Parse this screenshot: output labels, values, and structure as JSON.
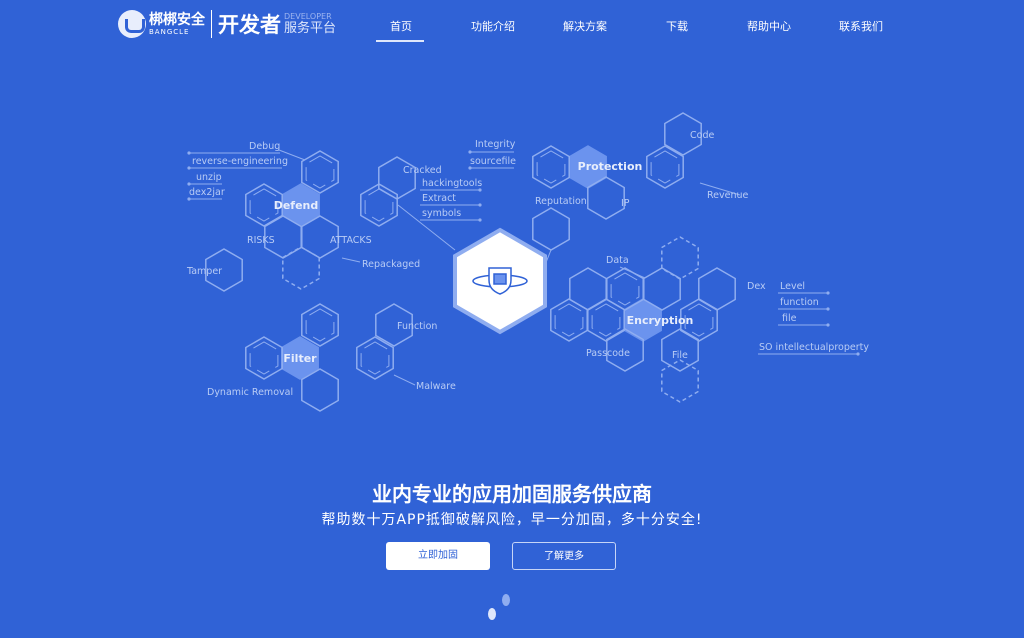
{
  "header": {
    "logo": {
      "brand_cn": "梆梆安全",
      "brand_en": "BANGCLE",
      "product": "开发者",
      "product_en": "DEVELOPER",
      "product_cn": "服务平台"
    },
    "nav": [
      {
        "label": "首页",
        "active": true
      },
      {
        "label": "功能介绍"
      },
      {
        "label": "解决方案"
      },
      {
        "label": "下载"
      },
      {
        "label": "帮助中心"
      },
      {
        "label": "联系我们"
      }
    ]
  },
  "diagram": {
    "hubs": {
      "defend": "Defend",
      "protection": "Protection",
      "encryption": "Encryption",
      "filter": "Filter"
    },
    "labels": {
      "debug": "Debug",
      "reverse": "reverse-engineering",
      "unzip": "unzip",
      "dex2jar": "dex2jar",
      "risks": "RISKS",
      "attacks": "ATTACKS",
      "tamper": "Tamper",
      "repackaged": "Repackaged",
      "cracked": "Cracked",
      "hackingtools": "hackingtools",
      "extract": "Extract",
      "symbols": "symbols",
      "integrity": "Integrity",
      "sourcefile": "sourcefile",
      "reputation": "Reputation",
      "ip": "IP",
      "code": "Code",
      "revenue": "Revenue",
      "data": "Data",
      "dex": "Dex",
      "level": "Level",
      "function_l": "function",
      "file_l": "file",
      "so": "SO intellectualproperty",
      "passcode": "Passcode",
      "file": "File",
      "function": "Function",
      "malware": "Malware",
      "dynamic": "Dynamic Removal"
    },
    "center_icon": "shield-cube-icon"
  },
  "hero": {
    "title": "业内专业的应用加固服务供应商",
    "subtitle": "帮助数十万APP抵御破解风险，早一分加固，多十分安全!",
    "primary": "立即加固",
    "secondary": "了解更多"
  },
  "scroll_icon": "footprints-icon",
  "colors": {
    "background": "#3062d6",
    "hub": "#6b93ee",
    "line": "#8fadf0"
  }
}
